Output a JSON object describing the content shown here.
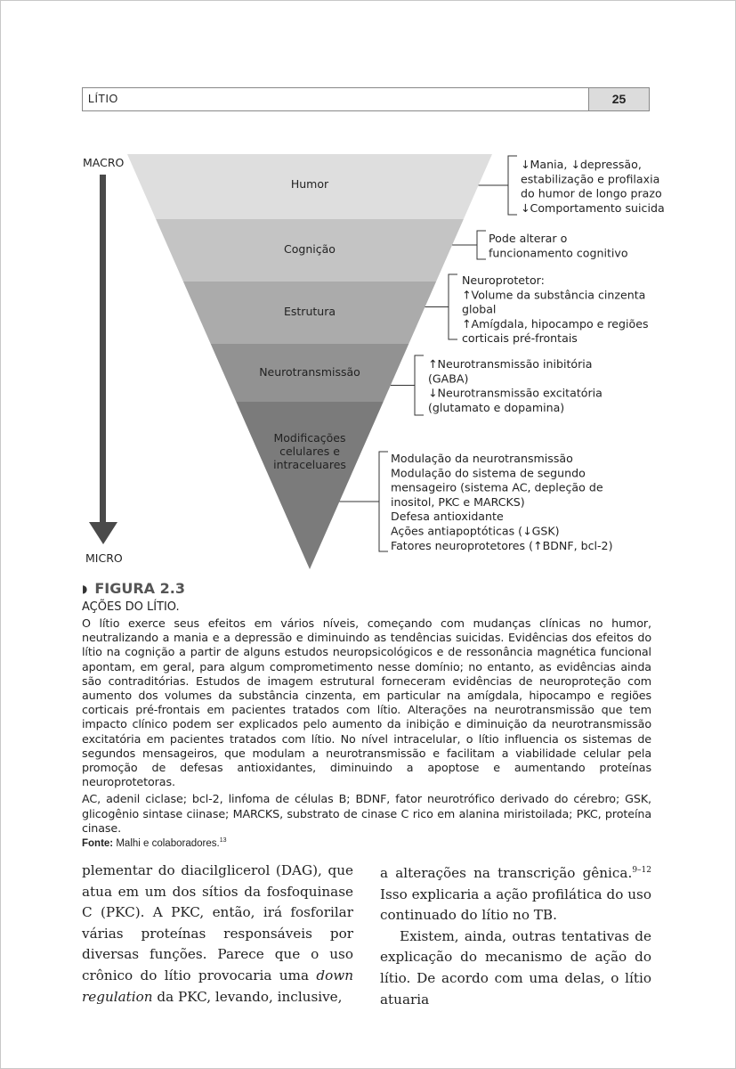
{
  "header": {
    "title": "LÍTIO",
    "page_number": "25"
  },
  "figure": {
    "scale_top": "MACRO",
    "scale_bottom": "MICRO",
    "levels": [
      {
        "label_lines": [
          "Humor"
        ],
        "color": "#dedede",
        "effects": [
          "↓Mania, ↓depressão,",
          "estabilização e profilaxia",
          "do humor de longo prazo",
          "↓Comportamento suicida"
        ]
      },
      {
        "label_lines": [
          "Cognição"
        ],
        "color": "#c4c4c4",
        "effects": [
          "Pode alterar o",
          "funcionamento cognitivo"
        ]
      },
      {
        "label_lines": [
          "Estrutura"
        ],
        "color": "#ababab",
        "effects": [
          "Neuroprotetor:",
          "↑Volume da substância cinzenta",
          "global",
          "↑Amígdala, hipocampo e regiões",
          "corticais pré-frontais"
        ]
      },
      {
        "label_lines": [
          "Neurotransmissão"
        ],
        "color": "#929292",
        "effects": [
          "↑Neurotransmissão inibitória",
          "(GABA)",
          "↓Neurotransmissão excitatória",
          "(glutamato e dopamina)"
        ]
      },
      {
        "label_lines": [
          "Modificações",
          "celulares e",
          "intraceluares"
        ],
        "color": "#7b7b7b",
        "effects": [
          "Modulação da neurotransmissão",
          "Modulação do sistema de segundo",
          "mensageiro (sistema AC, depleção de",
          "inositol, PKC e MARCKS)",
          "Defesa antioxidante",
          "Ações antiapoptóticas (↓GSK)",
          "Fatores neuroprotetores (↑BDNF, bcl-2)"
        ]
      }
    ]
  },
  "caption": {
    "figure_label": "FIGURA 2.3",
    "figure_title": "AÇÕES DO LÍTIO.",
    "description": "O lítio exerce seus efeitos em vários níveis, começando com mudanças clínicas no humor, neutralizando a mania e a depressão e diminuindo as tendências suicidas. Evidências dos efeitos do lítio na cognição a partir de alguns estudos neuropsicológicos e de ressonância magnética funcional apontam, em geral, para algum comprometimento nesse domínio; no entanto, as evidências ainda são contraditórias. Estudos de imagem estrutural forneceram evidências de neuroproteção com aumento dos volumes da substância cinzenta, em particular na amígdala, hipocampo e regiões corticais pré-frontais em pacientes tratados com lítio. Alterações na neurotransmissão que tem impacto clínico podem ser explicados pelo aumento da inibição e diminuição da neurotransmissão excitatória em pacientes tratados com lítio. No nível intracelular, o lítio influencia os sistemas de segundos mensageiros, que modulam a neurotransmissão e facilitam a viabilidade celular pela promoção de defesas antioxidantes, diminuindo a apoptose e aumentando proteínas neuroprotetoras.",
    "abbreviations": "AC, adenil ciclase; bcl-2, linfoma de células B; BDNF, fator neurotrófico derivado do cérebro; GSK, glicogênio sintase ciinase; MARCKS, substrato de cinase C rico em alanina miristoilada; PKC, proteína cinase.",
    "source_label": "Fonte:",
    "source_text": "Malhi e colaboradores.",
    "source_ref": "13"
  },
  "body": {
    "col1_text": "plementar do diacilglicerol (DAG), que atua em um dos sítios da fosfoquinase C (PKC). A PKC, então, irá fosforilar várias proteínas responsáveis por diversas funções. Parece que o uso crônico do lítio provocaria uma ",
    "col1_italic": "down regulation",
    "col1_tail": " da PKC, levando, inclusive,",
    "col2_p1": "a alterações na transcrição gênica.",
    "col2_p1_ref": "9–12",
    "col2_p1_tail": " Isso explicaria a ação profilática do uso continuado do lítio no TB.",
    "col2_p2": "Existem, ainda, outras tentativas de explicação do mecanismo de ação do lítio. De acordo com uma delas, o lítio atuaria"
  }
}
